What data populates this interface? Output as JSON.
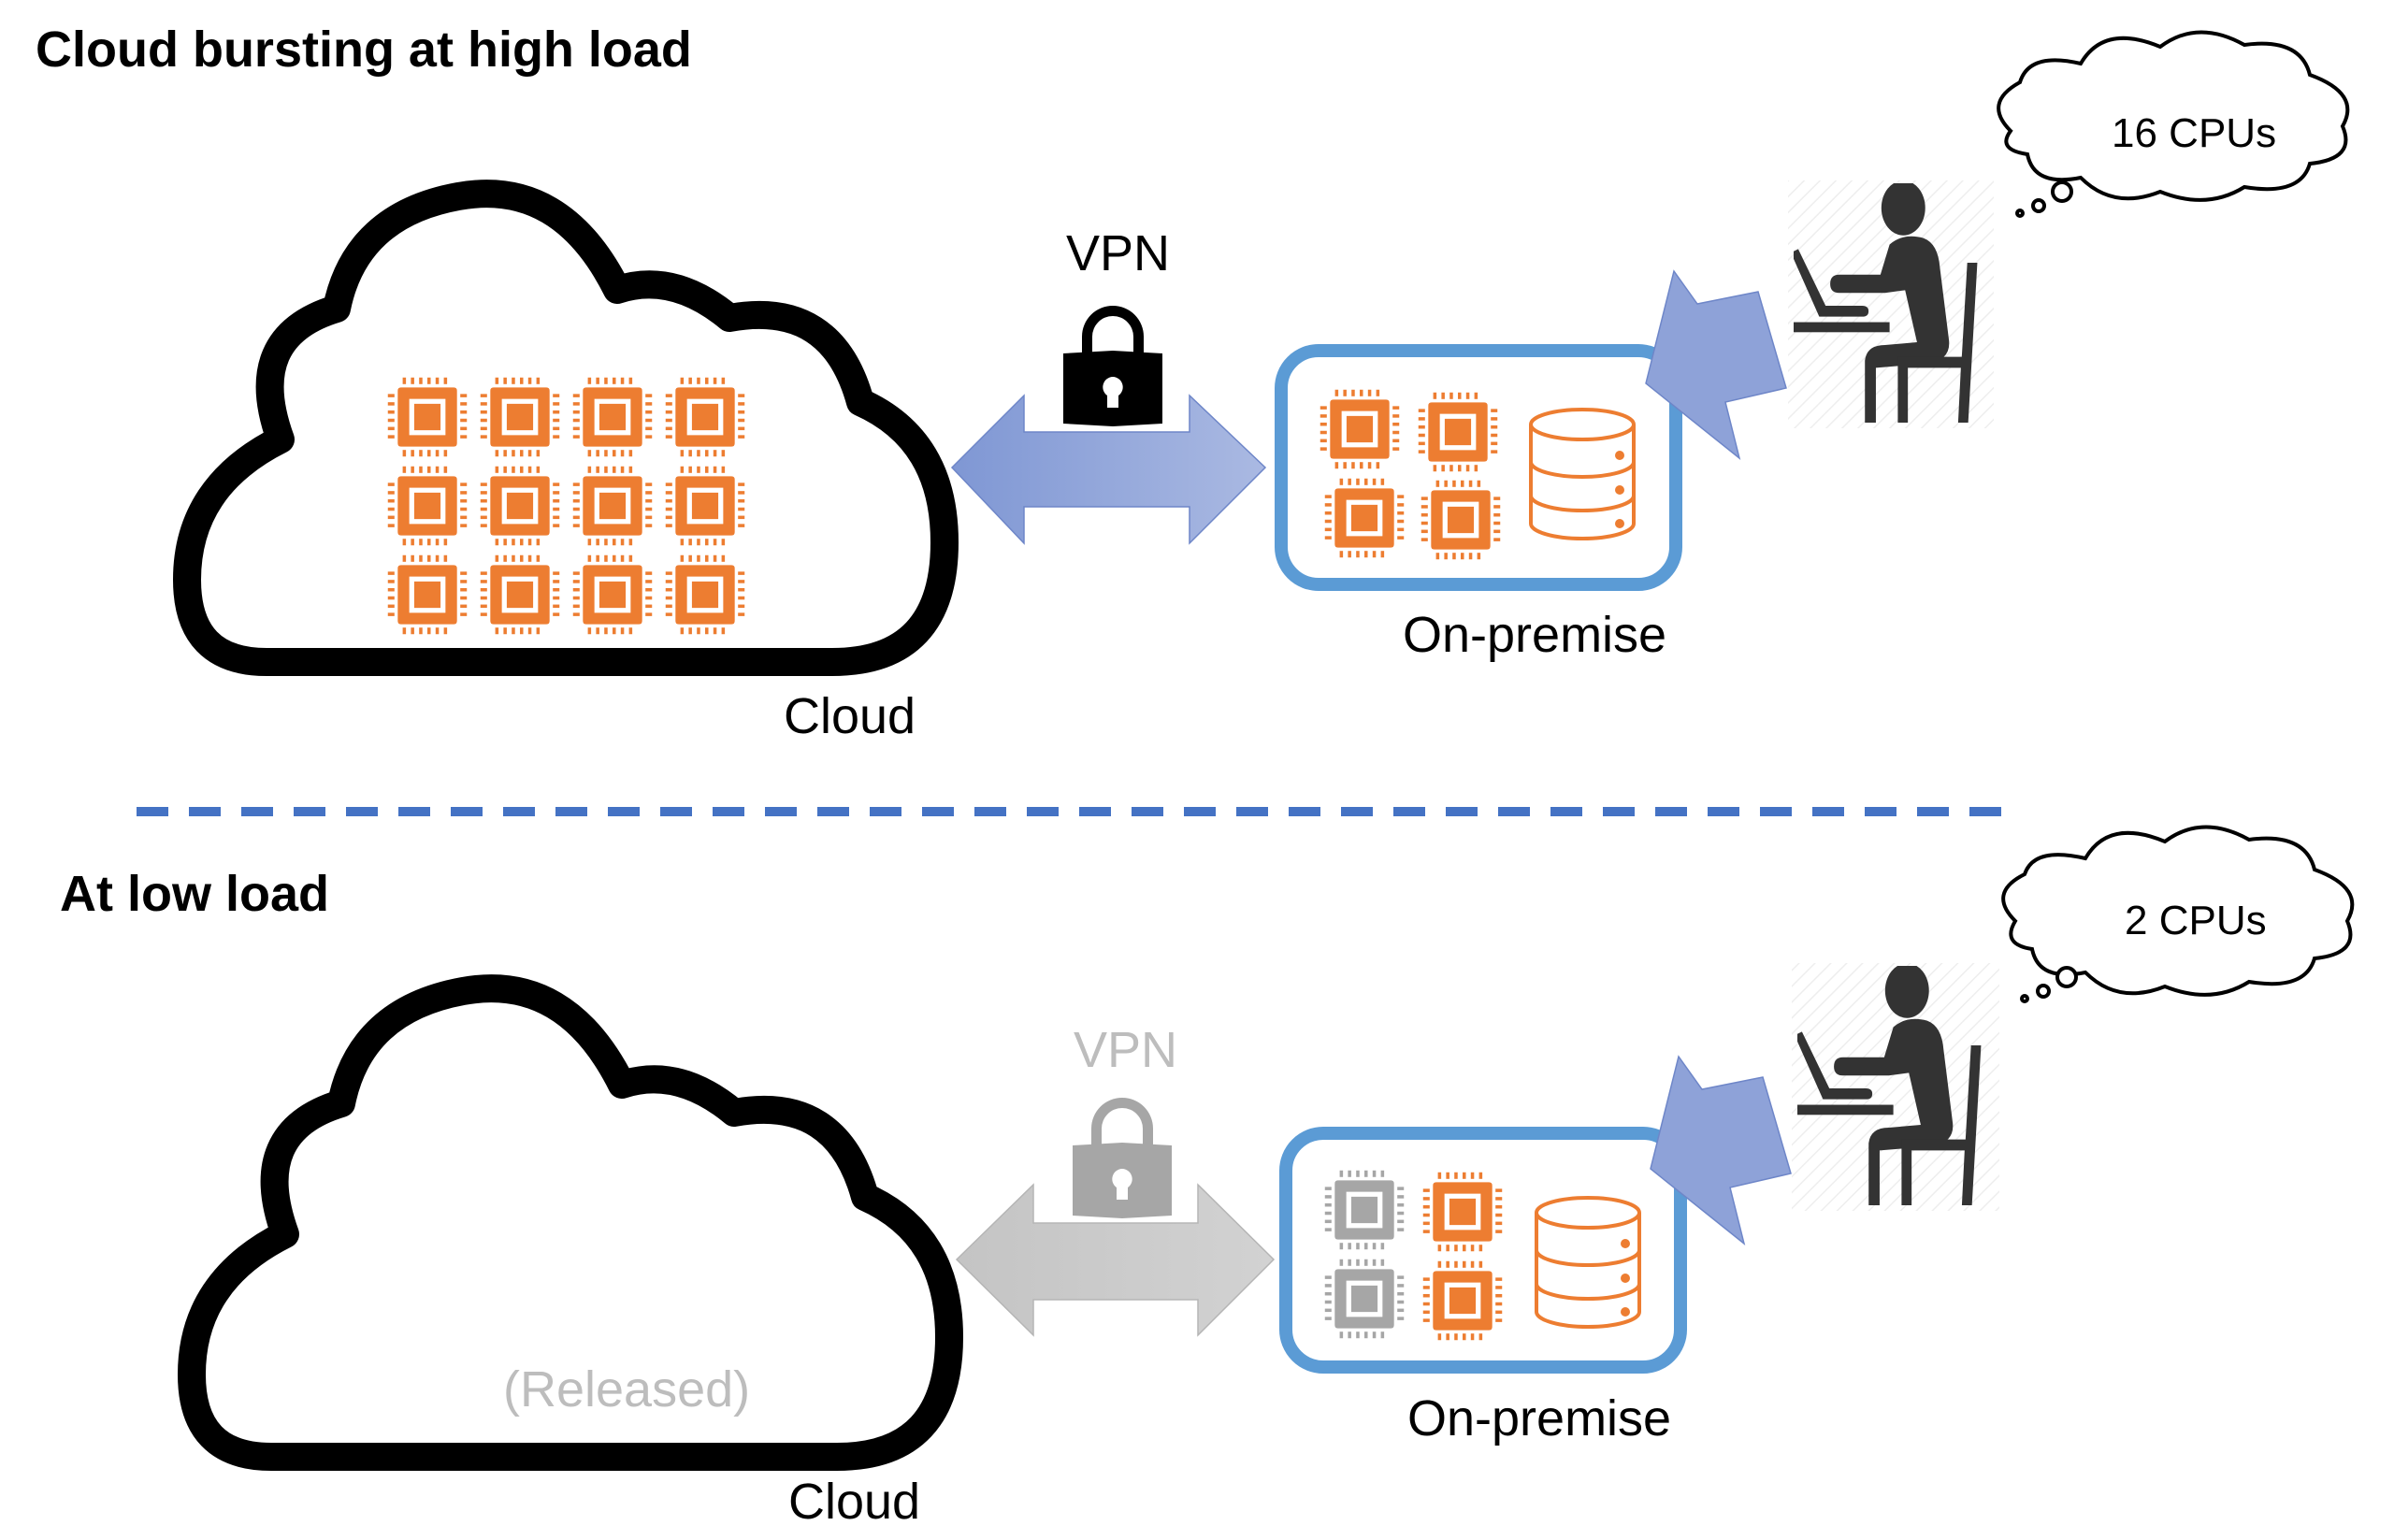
{
  "colors": {
    "cpu_active": "#ED7D31",
    "cpu_idle": "#A6A6A6",
    "box_border": "#5B9BD5",
    "arrow_blue_start": "#7F97D4",
    "arrow_blue_end": "#A9B9E2",
    "arrow_gray": "#C8C8C8",
    "divider": "#4472C4",
    "person": "#333333",
    "released_text": "#BDBDBD"
  },
  "high_load": {
    "title": "Cloud bursting at high load",
    "cloud_label": "Cloud",
    "cloud_cpu_count": 12,
    "vpn_label": "VPN",
    "vpn_state": "active",
    "onprem_label": "On-premise",
    "onprem_cpus": [
      {
        "state": "active"
      },
      {
        "state": "active"
      },
      {
        "state": "active"
      },
      {
        "state": "active"
      }
    ],
    "thought": "16 CPUs"
  },
  "low_load": {
    "title": "At low load",
    "cloud_label": "Cloud",
    "cloud_status": "(Released)",
    "vpn_label": "VPN",
    "vpn_state": "inactive",
    "onprem_label": "On-premise",
    "onprem_cpus": [
      {
        "state": "idle"
      },
      {
        "state": "active"
      },
      {
        "state": "idle"
      },
      {
        "state": "active"
      }
    ],
    "thought": "2 CPUs"
  },
  "icons": {
    "cloud": "cloud-outline-icon",
    "cpu": "cpu-chip-icon",
    "lock": "padlock-icon",
    "database": "database-icon",
    "user": "person-at-laptop-icon",
    "thought_bubble": "thought-bubble-icon",
    "link_arrow": "double-arrow-icon",
    "request_arrow": "arrow-icon"
  }
}
